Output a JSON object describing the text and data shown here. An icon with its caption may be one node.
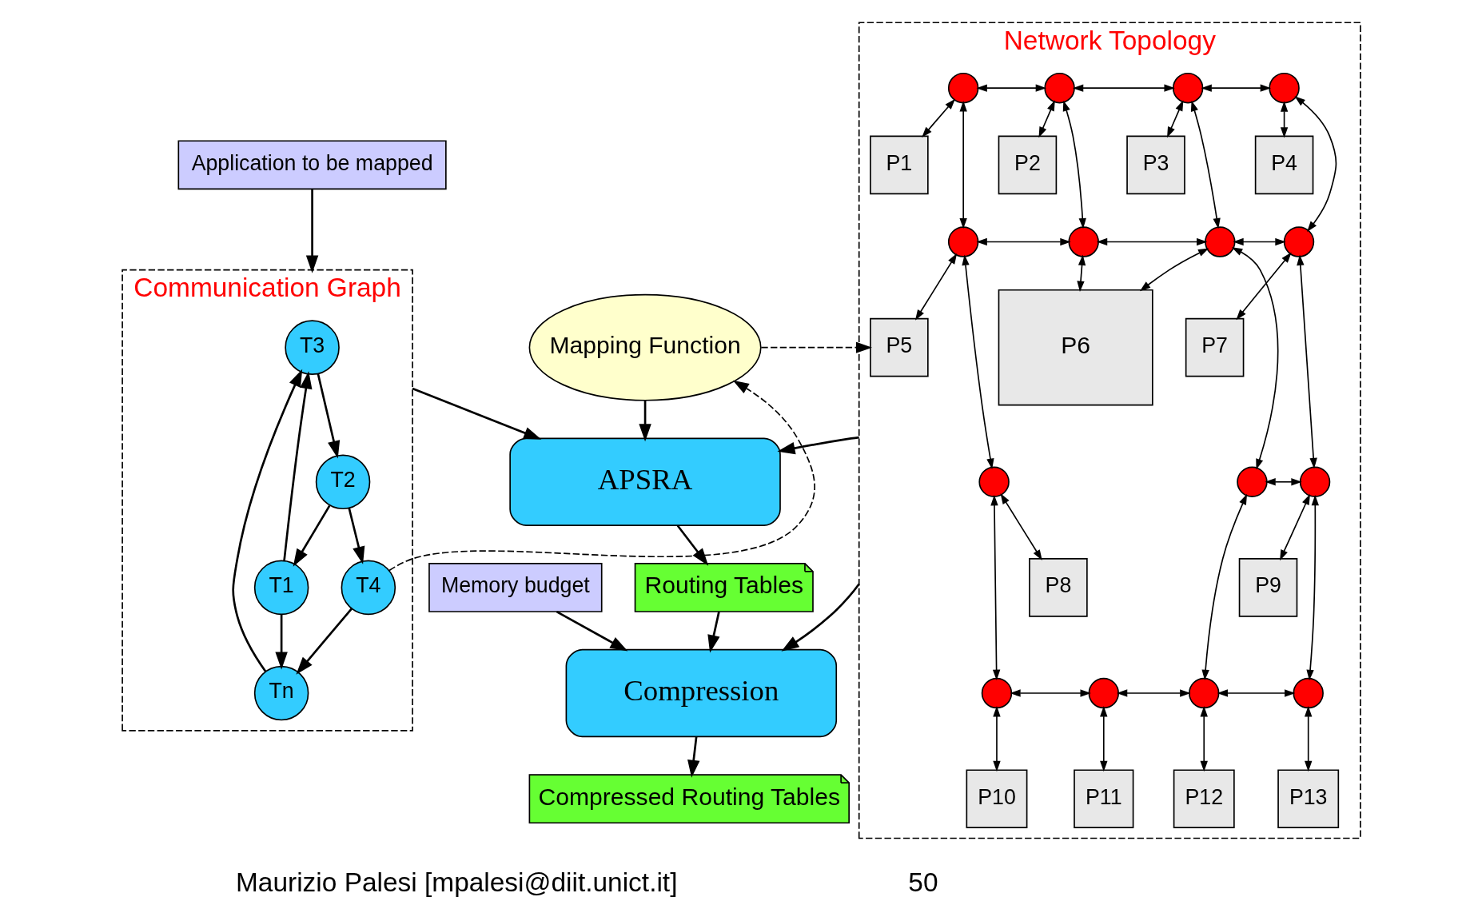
{
  "diagram": {
    "nodes": [
      {
        "text": [
          "Application to be mapped"
        ]
      },
      {
        "text": [
          "Communication Graph"
        ]
      },
      {
        "text": [
          "T1"
        ],
        "in": 1
      },
      {
        "text": [
          "T2"
        ],
        "in": 1
      },
      {
        "text": [
          "T3"
        ],
        "in": 1
      },
      {
        "text": [
          "T4"
        ],
        "in": 1
      },
      {
        "text": [
          "Tn"
        ],
        "in": 1
      },
      {
        "text": [
          "Mapping Function"
        ]
      },
      {
        "text": [
          "Network Topology"
        ]
      },
      {
        "text": [],
        "shape": "circle",
        "in": 8
      },
      {
        "text": [],
        "shape": "circle",
        "in": 8
      },
      {
        "text": [],
        "shape": "circle",
        "in": 8
      },
      {
        "text": [],
        "shape": "circle",
        "in": 8
      },
      {
        "text": [
          "P1"
        ],
        "in": 8
      },
      {
        "text": [
          "P2"
        ],
        "in": 8
      },
      {
        "text": [
          "P3"
        ],
        "in": 8
      },
      {
        "text": [
          "P4"
        ],
        "in": 8
      },
      {
        "text": [],
        "shape": "circle",
        "in": 8
      },
      {
        "text": [],
        "shape": "circle",
        "in": 8
      },
      {
        "text": [],
        "shape": "circle",
        "in": 8
      },
      {
        "text": [],
        "shape": "circle",
        "in": 8
      },
      {
        "text": [
          "P5"
        ],
        "in": 8
      },
      {
        "text": [
          "P6"
        ],
        "in": 8
      },
      {
        "text": [
          "P7"
        ],
        "in": 8
      },
      {
        "text": [],
        "shape": "circle",
        "in": 8
      },
      {
        "text": [],
        "shape": "circle",
        "in": 8
      },
      {
        "text": [],
        "shape": "circle",
        "in": 8
      },
      {
        "text": [
          "P8"
        ],
        "in": 8
      },
      {
        "text": [
          "P9"
        ],
        "in": 8
      },
      {
        "text": [],
        "shape": "circle",
        "in": 8
      },
      {
        "text": [],
        "shape": "circle",
        "in": 8
      },
      {
        "text": [],
        "shape": "circle",
        "in": 8
      },
      {
        "text": [],
        "shape": "circle",
        "in": 8
      },
      {
        "text": [
          "P10"
        ],
        "in": 8
      },
      {
        "text": [
          "P11"
        ],
        "in": 8
      },
      {
        "text": [
          "P12"
        ],
        "in": 8
      },
      {
        "text": [
          "P13"
        ],
        "in": 8
      },
      {
        "text": [
          "APSRA"
        ]
      },
      {
        "text": [
          "Routing Tables"
        ]
      },
      {
        "text": [
          "Memory budget"
        ]
      },
      {
        "text": [
          "Compression"
        ]
      },
      {
        "text": [
          "Compressed Routing Tables"
        ]
      }
    ],
    "edges": [
      {
        "from": 0,
        "to": 1,
        "arrow": "to"
      },
      {
        "from": 3,
        "to": 2,
        "arrow": "to"
      },
      {
        "from": 2,
        "to": 4,
        "arrow": "to"
      },
      {
        "from": 4,
        "to": 3,
        "arrow": "to"
      },
      {
        "from": 2,
        "to": 6,
        "arrow": "to"
      },
      {
        "from": 3,
        "to": 5,
        "arrow": "to"
      },
      {
        "from": 5,
        "to": 6,
        "arrow": "to"
      },
      {
        "from": 6,
        "to": 4,
        "arrow": "to"
      },
      {
        "from": 5,
        "to": 7,
        "arrow": "to",
        "style": "dashed"
      },
      {
        "from": 7,
        "to": 21,
        "arrow": "to",
        "style": "dashed"
      },
      {
        "from": 9,
        "to": 10,
        "arrow": "both"
      },
      {
        "from": 10,
        "to": 11,
        "arrow": "both"
      },
      {
        "from": 11,
        "to": 12,
        "arrow": "both"
      },
      {
        "from": 13,
        "to": 9,
        "arrow": "both"
      },
      {
        "from": 14,
        "to": 10,
        "arrow": "both"
      },
      {
        "from": 15,
        "to": 11,
        "arrow": "both"
      },
      {
        "from": 16,
        "to": 12,
        "arrow": "both"
      },
      {
        "from": 9,
        "to": 17,
        "arrow": "both"
      },
      {
        "from": 10,
        "to": 18,
        "arrow": "both"
      },
      {
        "from": 11,
        "to": 19,
        "arrow": "both"
      },
      {
        "from": 12,
        "to": 20,
        "arrow": "both"
      },
      {
        "from": 17,
        "to": 18,
        "arrow": "both"
      },
      {
        "from": 18,
        "to": 19,
        "arrow": "both"
      },
      {
        "from": 19,
        "to": 20,
        "arrow": "both"
      },
      {
        "from": 21,
        "to": 17,
        "arrow": "both"
      },
      {
        "from": 22,
        "to": 18,
        "arrow": "both"
      },
      {
        "from": 22,
        "to": 19,
        "arrow": "both"
      },
      {
        "from": 23,
        "to": 20,
        "arrow": "both"
      },
      {
        "from": 17,
        "to": 24,
        "arrow": "both"
      },
      {
        "from": 19,
        "to": 25,
        "arrow": "both"
      },
      {
        "from": 20,
        "to": 26,
        "arrow": "both"
      },
      {
        "from": 25,
        "to": 26,
        "arrow": "both"
      },
      {
        "from": 27,
        "to": 24,
        "arrow": "both"
      },
      {
        "from": 28,
        "to": 26,
        "arrow": "both"
      },
      {
        "from": 24,
        "to": 29,
        "arrow": "both"
      },
      {
        "from": 25,
        "to": 31,
        "arrow": "both"
      },
      {
        "from": 26,
        "to": 32,
        "arrow": "both"
      },
      {
        "from": 29,
        "to": 30,
        "arrow": "both"
      },
      {
        "from": 30,
        "to": 31,
        "arrow": "both"
      },
      {
        "from": 31,
        "to": 32,
        "arrow": "both"
      },
      {
        "from": 33,
        "to": 29,
        "arrow": "both"
      },
      {
        "from": 34,
        "to": 30,
        "arrow": "both"
      },
      {
        "from": 35,
        "to": 31,
        "arrow": "both"
      },
      {
        "from": 36,
        "to": 32,
        "arrow": "both"
      },
      {
        "from": 7,
        "to": 37,
        "arrow": "to"
      },
      {
        "from": 1,
        "to": 37,
        "arrow": "to"
      },
      {
        "from": 8,
        "to": 37,
        "arrow": "to"
      },
      {
        "from": 37,
        "to": 38,
        "arrow": "to"
      },
      {
        "from": 38,
        "to": 40,
        "arrow": "to"
      },
      {
        "from": 39,
        "to": 40,
        "arrow": "to"
      },
      {
        "from": 8,
        "to": 40,
        "arrow": "to"
      },
      {
        "from": 40,
        "to": 41,
        "arrow": "to"
      }
    ],
    "labels": [
      "Maurizio Palesi [mpalesi@diit.unict.it]",
      "50"
    ]
  }
}
